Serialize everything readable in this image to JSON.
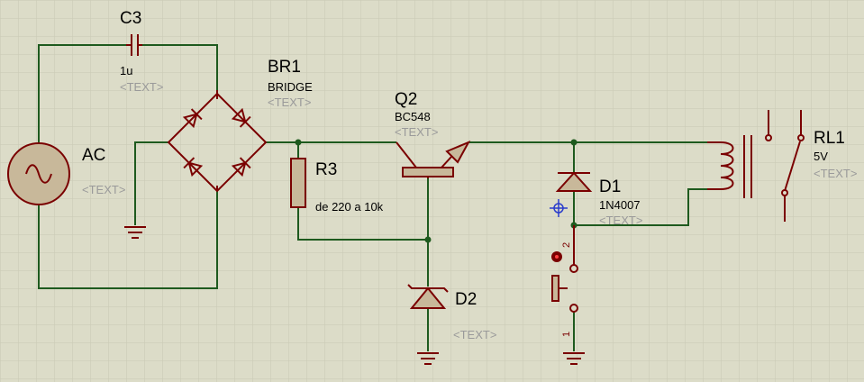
{
  "components": {
    "c3": {
      "ref": "C3",
      "value": "1u",
      "placeholder": "<TEXT>"
    },
    "ac": {
      "ref": "AC",
      "placeholder": "<TEXT>"
    },
    "br1": {
      "ref": "BR1",
      "value": "BRIDGE",
      "placeholder": "<TEXT>"
    },
    "r3": {
      "ref": "R3",
      "value": "de 220 a 10k"
    },
    "q2": {
      "ref": "Q2",
      "value": "BC548",
      "placeholder": "<TEXT>"
    },
    "d1": {
      "ref": "D1",
      "value": "1N4007",
      "placeholder": "<TEXT>"
    },
    "d2": {
      "ref": "D2",
      "placeholder": "<TEXT>"
    },
    "rl1": {
      "ref": "RL1",
      "value": "5V",
      "placeholder": "<TEXT>"
    },
    "sw": {
      "pin1": "1",
      "pin2": "2"
    }
  },
  "colors": {
    "background": "#dcdcc8",
    "grid": "#c9c9b4",
    "wire": "#1e5a1e",
    "component": "#7a0000",
    "component_fill": "#c8b89a",
    "placeholder_text": "#9a9a9a"
  }
}
